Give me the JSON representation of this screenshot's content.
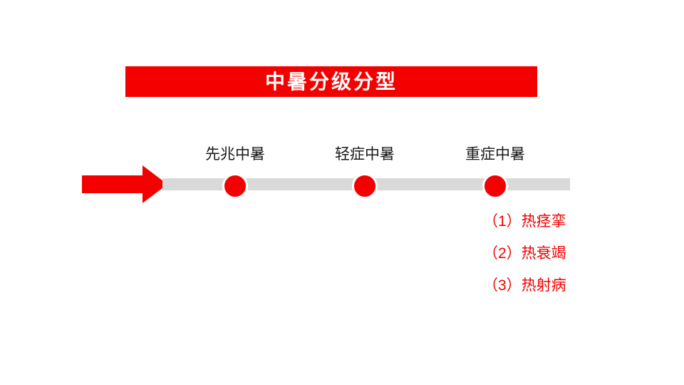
{
  "slide": {
    "title": "中暑分级分型",
    "colors": {
      "accent_red": "#f40000",
      "track_gray": "#d9d9d9",
      "title_text": "#ffffff",
      "label_text": "#1a1a1a"
    }
  },
  "timeline": {
    "stages": [
      {
        "label": "先兆中暑"
      },
      {
        "label": "轻症中暑"
      },
      {
        "label": "重症中暑"
      }
    ]
  },
  "severe_list": {
    "items": [
      "（1）热痉挛",
      "（2）热衰竭",
      "（3）热射病"
    ]
  }
}
